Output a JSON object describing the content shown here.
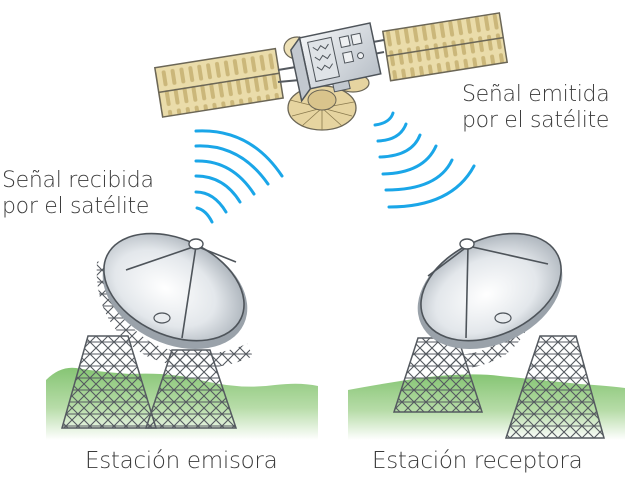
{
  "diagram": {
    "type": "satellite-communication",
    "nodes": [
      {
        "id": "satellite",
        "label": ""
      },
      {
        "id": "station-emitter",
        "label": "Estación emisora"
      },
      {
        "id": "station-receiver",
        "label": "Estación receptora"
      }
    ],
    "edges": [
      {
        "from": "station-emitter",
        "to": "satellite",
        "label": "Señal recibida por el satélite"
      },
      {
        "from": "satellite",
        "to": "station-receiver",
        "label": "Señal emitida por el satélite"
      }
    ]
  },
  "labels": {
    "received_line1": "Señal recibida",
    "received_line2": "por el satélite",
    "emitted_line1": "Señal emitida",
    "emitted_line2": "por el satélite"
  },
  "captions": {
    "emitter": "Estación emisora",
    "receiver": "Estación receptora"
  },
  "colors": {
    "signal_wave": "#1aa6e8",
    "solar_panel": "#e8d9a8",
    "satellite_body": "#d8dde3",
    "dish": "#c9ced4",
    "ground": "#8cc97a",
    "truss": "#555a60",
    "text": "#3a3a3a"
  }
}
